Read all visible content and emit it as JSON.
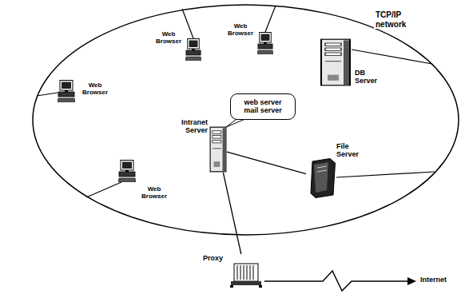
{
  "diagram": {
    "nodes": [
      {
        "text": [
          "TCP/IP network"
        ]
      },
      {
        "text": [
          "Web Browser"
        ],
        "in": 0
      },
      {
        "text": [
          "Web Browser"
        ],
        "in": 0
      },
      {
        "text": [
          "DB Server"
        ],
        "in": 0
      },
      {
        "text": [
          "Web Browser"
        ],
        "in": 0
      },
      {
        "text": [
          "web server mail server"
        ],
        "in": 0
      },
      {
        "text": [
          "Intranet Server"
        ],
        "in": 0
      },
      {
        "text": [
          "Web Browser"
        ],
        "in": 0
      },
      {
        "text": [
          "File Server"
        ],
        "in": 0
      },
      {
        "text": [
          "Proxy"
        ]
      }
    ],
    "edges": [
      {
        "from": 6,
        "to": 8,
        "arrow": "none"
      },
      {
        "from": 6,
        "to": 9,
        "arrow": "none"
      }
    ],
    "labels": [
      "Internet"
    ]
  }
}
